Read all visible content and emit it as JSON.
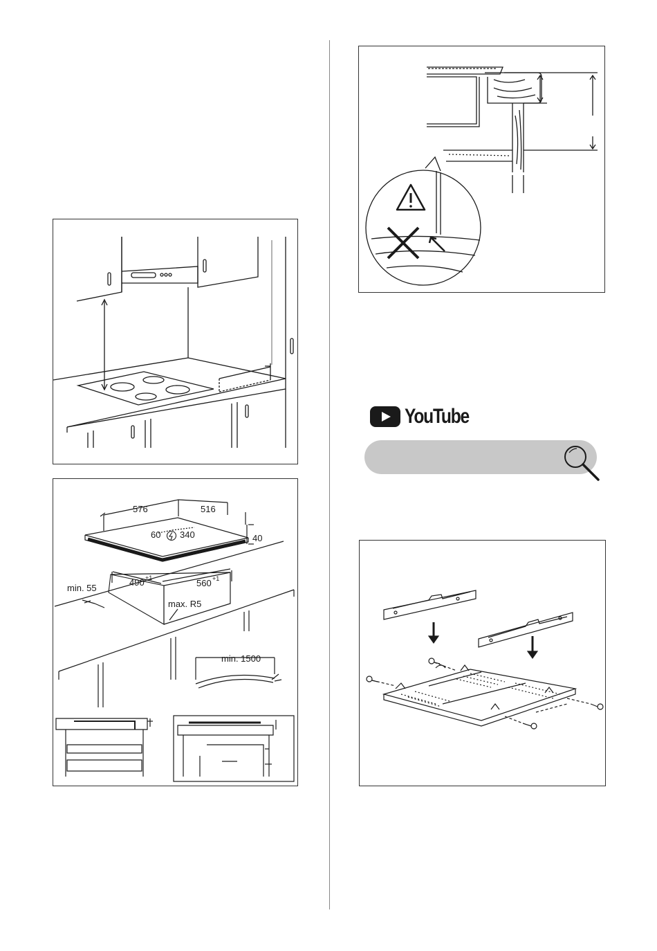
{
  "document": {
    "brand": {
      "logo_icon": "youtube-play-icon",
      "logo_text": "YouTube"
    },
    "search": {
      "icon": "search-icon"
    },
    "figure_hood_clearance": {},
    "figure_cutout_dimensions": {
      "labels": {
        "width_576": "576",
        "depth_516": "516",
        "offset_60": "60",
        "offset_340": "340",
        "height_40": "40",
        "min_55": "min. 55",
        "cut_490": "490",
        "cut_490_tol": "+1",
        "cut_560": "560",
        "cut_560_tol": "+1",
        "radius": "max. R5",
        "cable_min": "min. 1500"
      },
      "power_symbol_icon": "power-connection-icon"
    },
    "figure_worktop_warning": {
      "warning_icon": "warning-triangle-icon",
      "cross_icon": "cross-mark-icon"
    },
    "figure_mounting_brackets": {}
  }
}
